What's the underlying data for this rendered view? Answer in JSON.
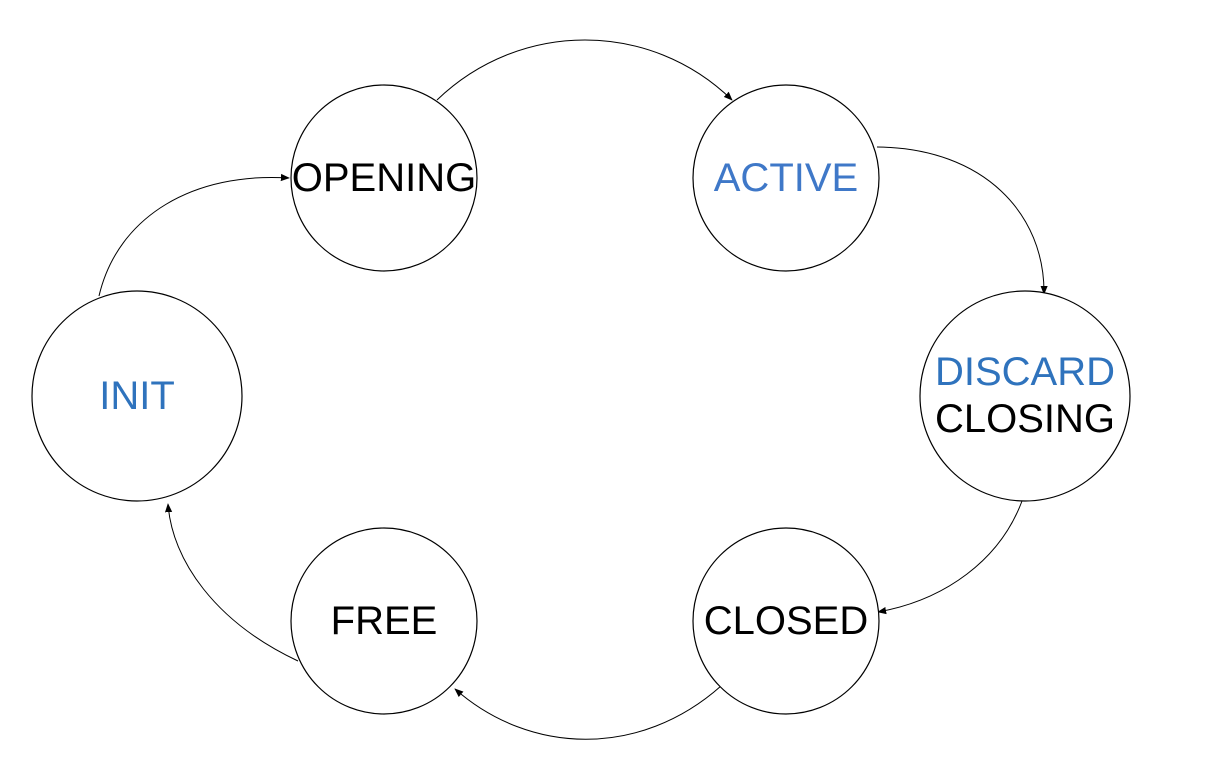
{
  "colors": {
    "accent": "#2f6fbf",
    "text": "#000000",
    "stroke": "#000000",
    "background": "#ffffff"
  },
  "states": {
    "opening": {
      "label": "OPENING",
      "color": "#000000"
    },
    "active": {
      "label": "ACTIVE",
      "color": "#3f78c8"
    },
    "discard_closing": {
      "line1": "DISCARD",
      "line1_color": "#2f73bd",
      "line2": "CLOSING",
      "line2_color": "#000000"
    },
    "closed": {
      "label": "CLOSED",
      "color": "#000000"
    },
    "free": {
      "label": "FREE",
      "color": "#000000"
    },
    "init": {
      "label": "INIT",
      "color": "#2f73bd"
    }
  },
  "transitions": [
    {
      "from": "OPENING",
      "to": "ACTIVE"
    },
    {
      "from": "ACTIVE",
      "to": "DISCARD CLOSING"
    },
    {
      "from": "DISCARD CLOSING",
      "to": "CLOSED"
    },
    {
      "from": "CLOSED",
      "to": "FREE"
    },
    {
      "from": "FREE",
      "to": "INIT"
    },
    {
      "from": "INIT",
      "to": "OPENING"
    }
  ]
}
